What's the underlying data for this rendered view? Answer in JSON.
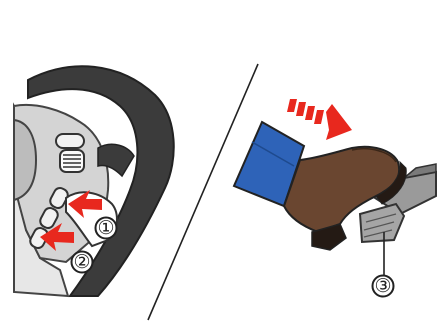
{
  "callouts": [
    {
      "label": "①"
    },
    {
      "label": "②"
    },
    {
      "label": "③"
    }
  ],
  "icons": {
    "steering_wheel": "steering-wheel-icon",
    "switch_pad": "steering-switch-pad-icon",
    "press_arrow": "press-arrow-icon",
    "motion_arrow": "dashed-motion-arrow-icon",
    "foot": "foot-on-pedal-icon",
    "pedal": "brake-pedal-icon"
  },
  "colors": {
    "wheel": "#3b3b3b",
    "hub": "#d4d4d4",
    "arrow": "#e8281e",
    "trouser": "#2e63b8",
    "shoe": "#6a4630",
    "sole": "#241a14",
    "pedal": "#8a8a8a",
    "line": "#222222"
  }
}
